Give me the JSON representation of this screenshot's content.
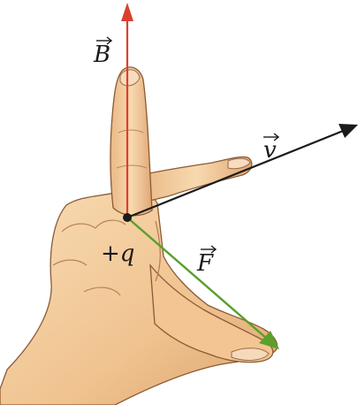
{
  "labels": {
    "B": "B",
    "v": "v",
    "F": "F",
    "charge": "+q"
  },
  "colors": {
    "field_arrow": "#d9412f",
    "velocity_arrow": "#1b1b1b",
    "force_arrow": "#5aa02c",
    "skin": "#f3cc9c",
    "skin_shadow": "#c98f5c",
    "outline": "#8a5a35"
  }
}
